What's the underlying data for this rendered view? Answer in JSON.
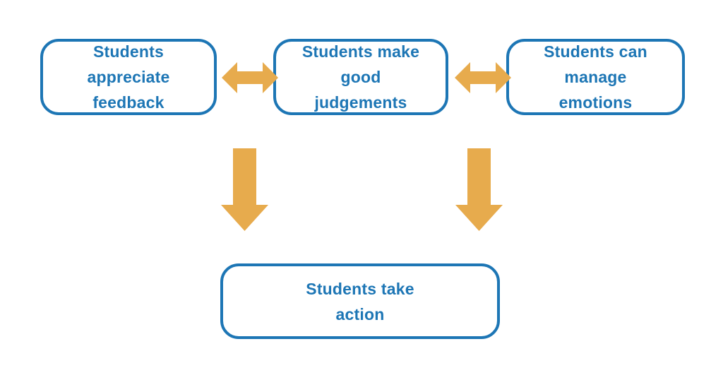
{
  "colors": {
    "box_border_blue": "#1D76B5",
    "text_blue": "#1D76B5",
    "arrow_orange": "#E7AB4D",
    "background": "#FFFFFF"
  },
  "diagram": {
    "nodes": [
      {
        "id": "appreciate-feedback",
        "label": "Students\nappreciate\nfeedback"
      },
      {
        "id": "good-judgements",
        "label": "Students make\ngood\njudgements"
      },
      {
        "id": "manage-emotions",
        "label": "Students can\nmanage\nemotions"
      },
      {
        "id": "take-action",
        "label": "Students take\naction"
      }
    ],
    "connectors": [
      {
        "type": "double-horizontal-arrow",
        "from": "appreciate-feedback",
        "to": "good-judgements"
      },
      {
        "type": "double-horizontal-arrow",
        "from": "good-judgements",
        "to": "manage-emotions"
      },
      {
        "type": "down-arrow",
        "position": "left",
        "to": "take-action"
      },
      {
        "type": "down-arrow",
        "position": "right",
        "to": "take-action"
      }
    ]
  }
}
